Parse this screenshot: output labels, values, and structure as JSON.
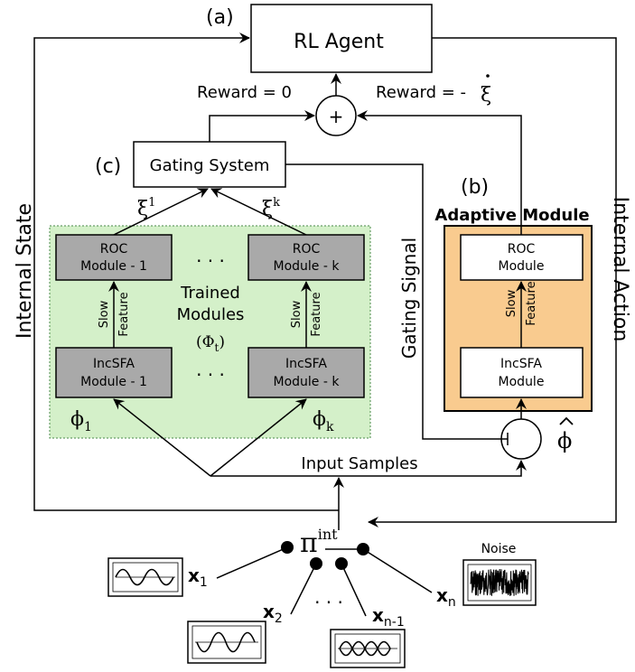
{
  "labels": {
    "panel_a": "(a)",
    "panel_b": "(b)",
    "panel_c": "(c)",
    "rl_agent": "RL Agent",
    "reward_zero": "Reward = 0",
    "reward_neg": "Reward = -",
    "xi_dot": "ξ",
    "plus": "+",
    "gating_system": "Gating System",
    "xi": "ξ",
    "sup_1": "1",
    "sup_k": "k",
    "adaptive_module": "Adaptive Module",
    "internal_state": "Internal State",
    "internal_action": "Internal Action",
    "gating_signal": "Gating Signal",
    "trained_modules_1": "Trained",
    "trained_modules_2": "Modules",
    "big_phi_t": "(Φ",
    "big_phi_t_sub": "t",
    "big_phi_t_close": ")",
    "roc_1_line1": "ROC",
    "roc_1_line2": "Module - 1",
    "roc_k_line1": "ROC",
    "roc_k_line2": "Module - k",
    "incsfa_1_line1": "IncSFA",
    "incsfa_1_line2": "Module - 1",
    "incsfa_k_line1": "IncSFA",
    "incsfa_k_line2": "Module - k",
    "adaptive_roc_line1": "ROC",
    "adaptive_roc_line2": "Module",
    "adaptive_incsfa_line1": "IncSFA",
    "adaptive_incsfa_line2": "Module",
    "slow": "Slow",
    "feature": "Feature",
    "dots": ". . .",
    "phi": "ϕ",
    "phi_sub_1": "1",
    "phi_sub_k": "k",
    "phi_hat": "ϕ",
    "input_samples": "Input Samples",
    "pi": "π",
    "pi_sup": "int",
    "x": "x",
    "x_sub_1": "1",
    "x_sub_2": "2",
    "x_sub_n1": "n-1",
    "x_sub_n": "n",
    "noise": "Noise"
  },
  "colors": {
    "trained_bg": "#d4f0c9",
    "module_gray": "#a9a9a9",
    "adaptive_bg": "#f9cb8f"
  }
}
